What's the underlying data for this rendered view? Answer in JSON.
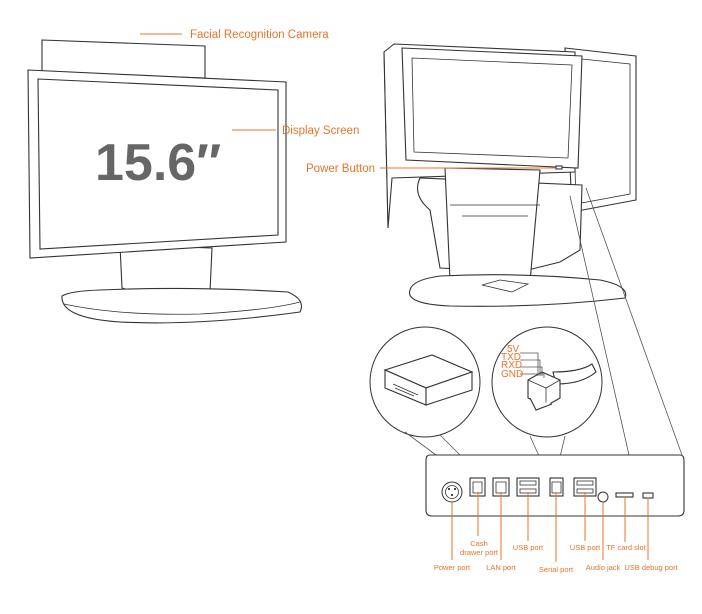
{
  "labels": {
    "camera": "Facial Recognition Camera",
    "display": "Display Screen",
    "size": "15.6″",
    "power_button": "Power Button"
  },
  "serial_pins": [
    "5V",
    "TXD",
    "RXD",
    "GND"
  ],
  "ports": {
    "power": "Power port",
    "cash_line1": "Cash",
    "cash_line2": "drawer port",
    "lan": "LAN port",
    "usb1": "USB port",
    "serial": "Serial port",
    "usb2": "USB port",
    "audio": "Audio jack",
    "tf": "TF card slot",
    "usb_debug": "USB debug port"
  },
  "colors": {
    "accent": "#e8742a",
    "ink": "#333333",
    "big_text": "#666666"
  }
}
